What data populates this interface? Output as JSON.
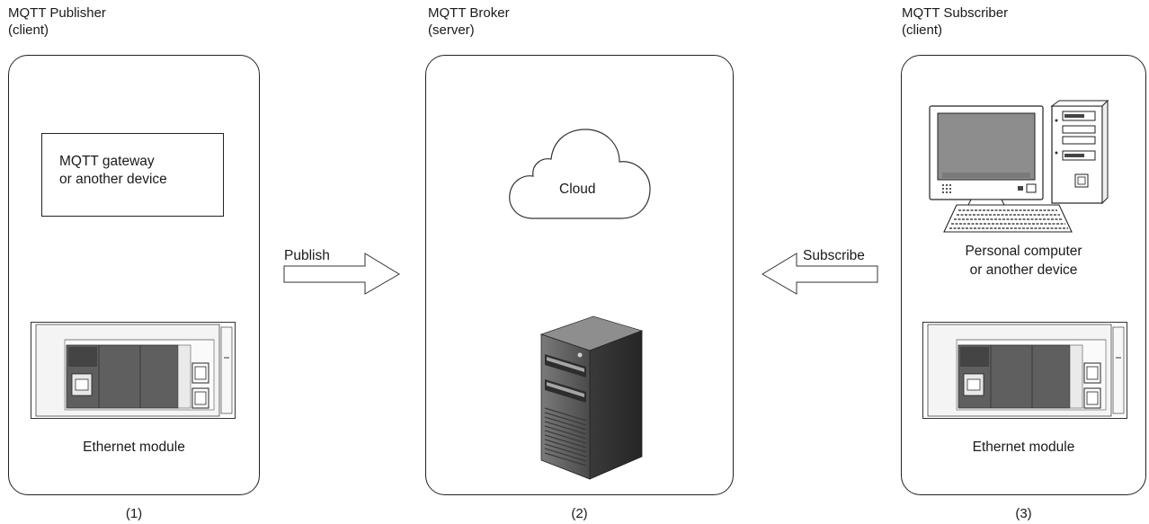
{
  "publisher": {
    "title_line1": "MQTT Publisher",
    "title_line2": "(client)",
    "gateway_line1": "MQTT gateway",
    "gateway_line2": "or another device",
    "module_label": "Ethernet module",
    "number": "(1)"
  },
  "broker": {
    "title_line1": "MQTT Broker",
    "title_line2": "(server)",
    "cloud_label": "Cloud",
    "number": "(2)"
  },
  "subscriber": {
    "title_line1": "MQTT Subscriber",
    "title_line2": "(client)",
    "pc_line1": "Personal computer",
    "pc_line2": "or another device",
    "module_label": "Ethernet module",
    "number": "(3)"
  },
  "arrows": {
    "publish_label": "Publish",
    "subscribe_label": "Subscribe"
  },
  "icons": [
    "plc-ethernet-module-icon",
    "cloud-icon",
    "server-tower-icon",
    "personal-computer-icon"
  ]
}
